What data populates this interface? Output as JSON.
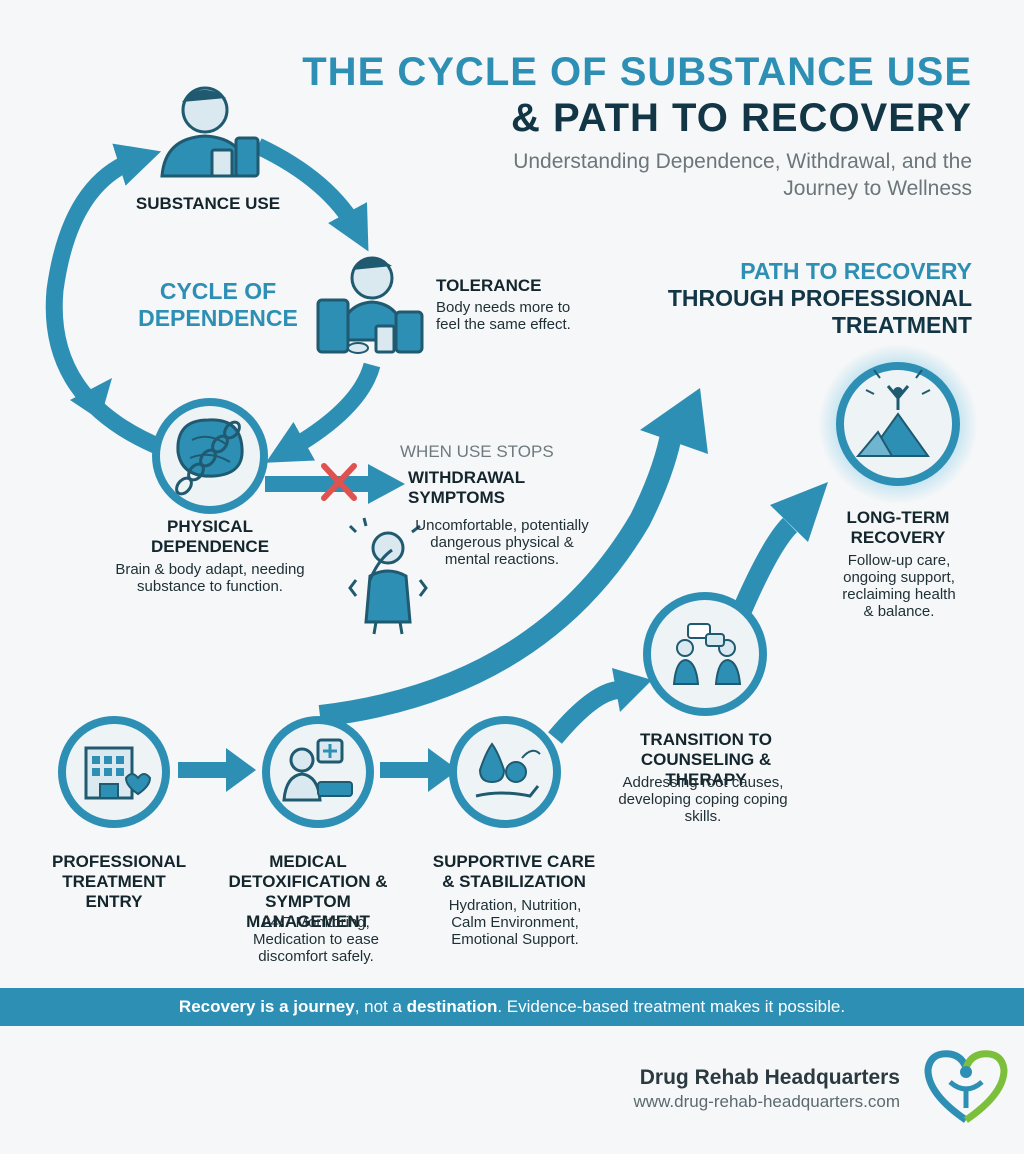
{
  "header": {
    "title_line1": "THE CYCLE OF SUBSTANCE USE",
    "title_line2": "& PATH TO RECOVERY",
    "subtitle": "Understanding Dependence, Withdrawal, and the Journey to Wellness"
  },
  "cycle": {
    "title": "CYCLE OF DEPENDENCE",
    "substance_use": {
      "label": "SUBSTANCE USE",
      "icon": "person-with-pills-icon"
    },
    "tolerance": {
      "label": "TOLERANCE",
      "desc": "Body needs more to feel the same effect.",
      "icon": "person-with-medications-icon"
    },
    "physical_dependence": {
      "label": "PHYSICAL DEPENDENCE",
      "desc": "Brain & body adapt, needing substance to function.",
      "icon": "chained-brain-icon"
    }
  },
  "withdrawal": {
    "when_label": "WHEN USE STOPS",
    "label": "WITHDRAWAL SYMPTOMS",
    "desc": "Uncomfortable, potentially dangerous physical & mental reactions.",
    "icon": "distressed-person-icon"
  },
  "recovery": {
    "title_line1": "PATH TO RECOVERY",
    "title_line2": "THROUGH PROFESSIONAL TREATMENT",
    "steps": [
      {
        "label": "PROFESSIONAL TREATMENT ENTRY",
        "desc": "",
        "icon": "hospital-icon"
      },
      {
        "label": "MEDICAL DETOXIFICATION & SYMPTOM MANAGEMENT",
        "desc": "24/7 Monitoring, Medication to ease discomfort safely.",
        "icon": "doctor-patient-icon"
      },
      {
        "label": "SUPPORTIVE CARE & STABILIZATION",
        "desc": "Hydration, Nutrition, Calm Environment, Emotional Support.",
        "icon": "hand-with-water-fruit-icon"
      },
      {
        "label": "TRANSITION TO COUNSELING & THERAPY",
        "desc": "Addressing root causes, developing coping coping skills.",
        "icon": "counseling-session-icon"
      },
      {
        "label": "LONG-TERM RECOVERY",
        "desc": "Follow-up care, ongoing support, reclaiming health & balance.",
        "icon": "mountain-summit-icon"
      }
    ]
  },
  "banner": {
    "part1": "Recovery is a journey",
    "part2": ", not a ",
    "part3": "destination",
    "part4": ". Evidence-based treatment makes it possible."
  },
  "brand": {
    "name": "Drug Rehab Headquarters",
    "url": "www.drug-rehab-headquarters.com",
    "logo": "heart-people-logo-icon"
  },
  "colors": {
    "primary": "#2e8fb5",
    "dark": "#123645",
    "background": "#f6f7f8",
    "alert": "#e0524f"
  }
}
